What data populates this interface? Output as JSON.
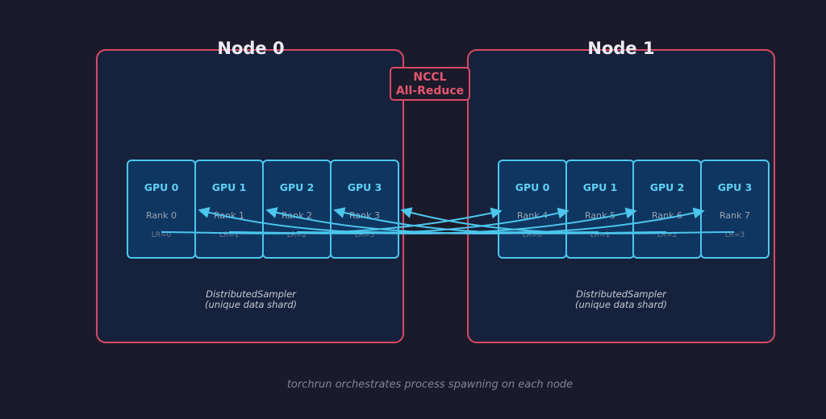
{
  "nodes": [
    {
      "title": "Node 0",
      "gpus": [
        {
          "label": "GPU 0",
          "rank": "Rank 0",
          "lr": "LR=0"
        },
        {
          "label": "GPU 1",
          "rank": "Rank 1",
          "lr": "LR=1"
        },
        {
          "label": "GPU 2",
          "rank": "Rank 2",
          "lr": "LR=2"
        },
        {
          "label": "GPU 3",
          "rank": "Rank 3",
          "lr": "LR=3"
        }
      ],
      "sampler_line1": "DistributedSampler",
      "sampler_line2": "(unique data shard)"
    },
    {
      "title": "Node 1",
      "gpus": [
        {
          "label": "GPU 0",
          "rank": "Rank 4",
          "lr": "LR=0"
        },
        {
          "label": "GPU 1",
          "rank": "Rank 5",
          "lr": "LR=1"
        },
        {
          "label": "GPU 2",
          "rank": "Rank 6",
          "lr": "LR=2"
        },
        {
          "label": "GPU 3",
          "rank": "Rank 7",
          "lr": "LR=3"
        }
      ],
      "sampler_line1": "DistributedSampler",
      "sampler_line2": "(unique data shard)"
    }
  ],
  "nccl": {
    "line1": "NCCL",
    "line2": "All-Reduce"
  },
  "footer": "torchrun orchestrates process spawning on each node",
  "colors": {
    "background": "#1b1a2b",
    "node_border": "#d94a62",
    "node_fill": "#16213c",
    "gpu_border": "#4cc6ec",
    "gpu_fill": "#0f3661",
    "arrow": "#4cc6ec"
  }
}
